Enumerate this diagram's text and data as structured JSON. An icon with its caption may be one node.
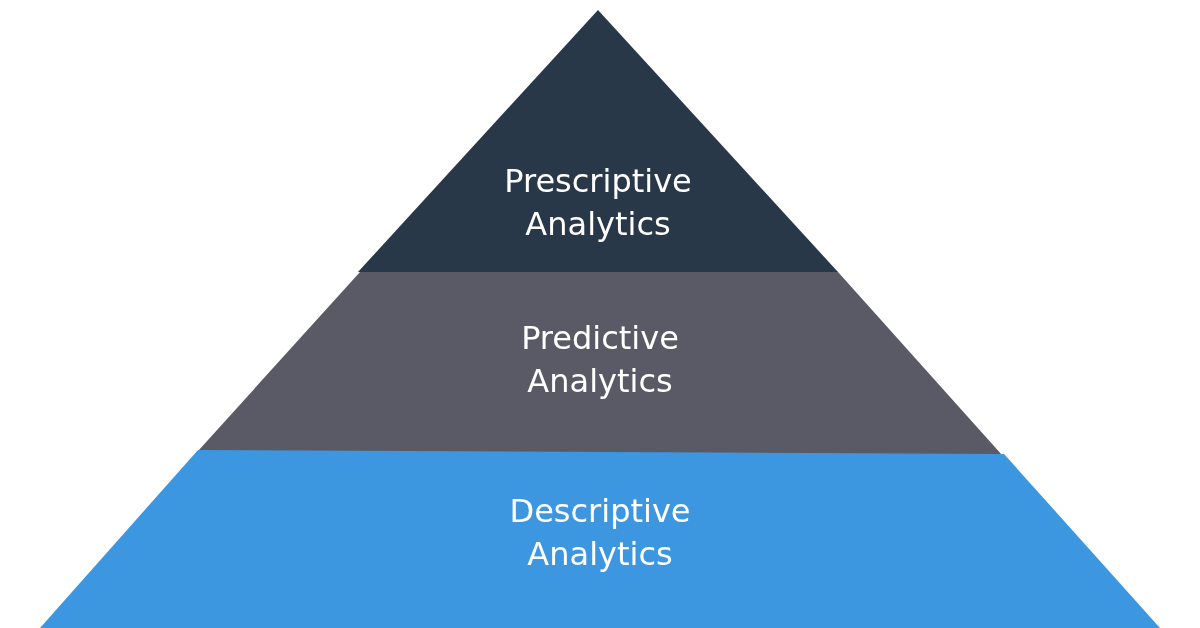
{
  "diagram": {
    "nodes": [
      {
        "text": [
          "Prescriptive Analytics"
        ]
      },
      {
        "text": [
          "Predictive Analytics"
        ]
      },
      {
        "text": [
          "Descriptive Analytics"
        ]
      }
    ]
  }
}
